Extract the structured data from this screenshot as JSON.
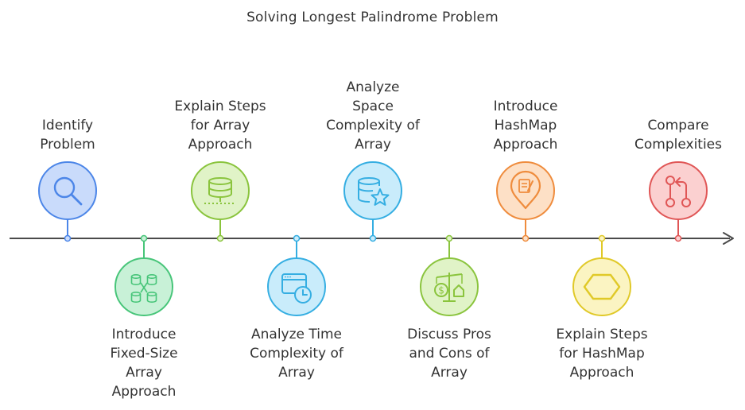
{
  "title": "Solving Longest Palindrome Problem",
  "steps": [
    {
      "lines": [
        "Identify",
        "Problem"
      ],
      "icon": "magnifier-icon",
      "fill": "#c9dbfb",
      "stroke": "#4c86e8"
    },
    {
      "lines": [
        "Introduce",
        "Fixed-Size",
        "Array",
        "Approach"
      ],
      "icon": "distributed-database-icon",
      "fill": "#c8f1d7",
      "stroke": "#47c579"
    },
    {
      "lines": [
        "Explain Steps",
        "for Array",
        "Approach"
      ],
      "icon": "database-server-icon",
      "fill": "#e0f3c7",
      "stroke": "#8ac43d"
    },
    {
      "lines": [
        "Analyze Time",
        "Complexity of",
        "Array"
      ],
      "icon": "browser-clock-icon",
      "fill": "#c9ecfb",
      "stroke": "#35aee2"
    },
    {
      "lines": [
        "Analyze",
        "Space",
        "Complexity of",
        "Array"
      ],
      "icon": "database-star-icon",
      "fill": "#c9ecfb",
      "stroke": "#35aee2"
    },
    {
      "lines": [
        "Discuss Pros",
        "and Cons of",
        "Array"
      ],
      "icon": "balance-scale-icon",
      "fill": "#e0f3c7",
      "stroke": "#8ac43d"
    },
    {
      "lines": [
        "Introduce",
        "HashMap",
        "Approach"
      ],
      "icon": "map-pin-document-icon",
      "fill": "#fde0c6",
      "stroke": "#ef8c3d"
    },
    {
      "lines": [
        "Explain Steps",
        "for HashMap",
        "Approach"
      ],
      "icon": "hexagon-icon",
      "fill": "#fbf4c2",
      "stroke": "#e0c928"
    },
    {
      "lines": [
        "Compare",
        "Complexities"
      ],
      "icon": "compare-arrows-icon",
      "fill": "#fbd0d0",
      "stroke": "#e05656"
    }
  ]
}
